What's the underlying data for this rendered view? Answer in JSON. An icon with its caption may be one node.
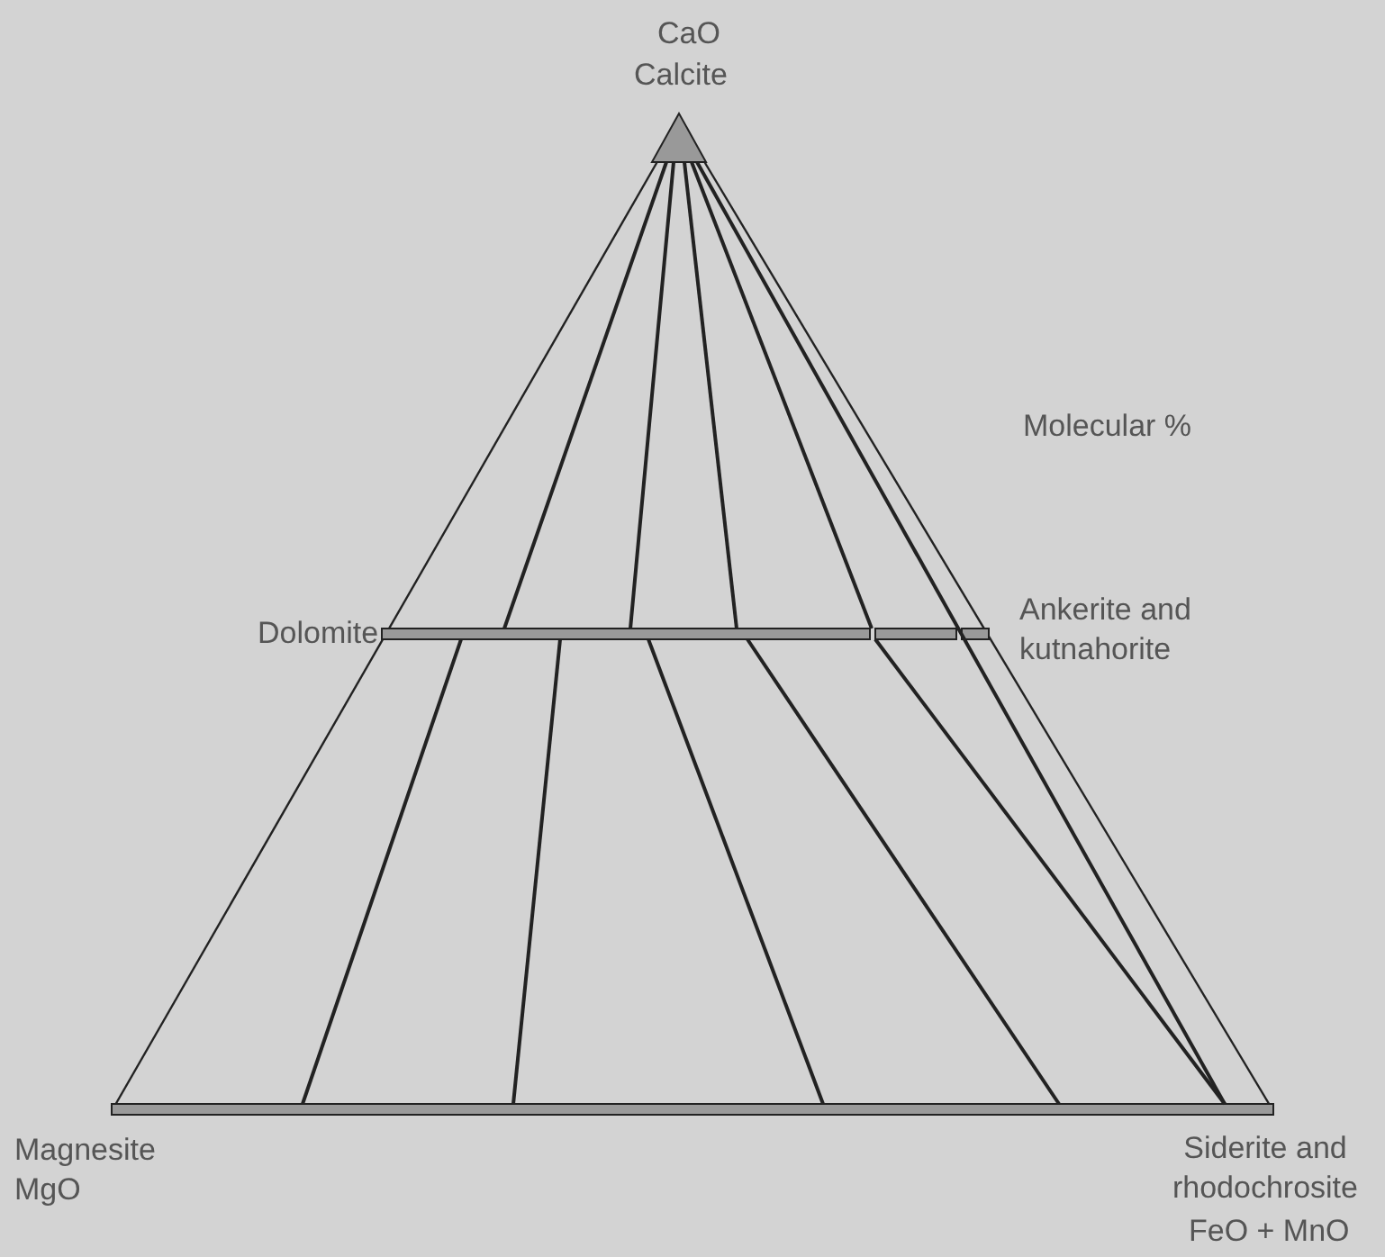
{
  "diagram": {
    "labels": [
      "CaO",
      "Calcite",
      "Molecular %",
      "Dolomite",
      "Ankerite and kutnahorite",
      "Magnesite",
      "MgO",
      "Siderite and rhodochrosite",
      "FeO + MnO"
    ]
  }
}
